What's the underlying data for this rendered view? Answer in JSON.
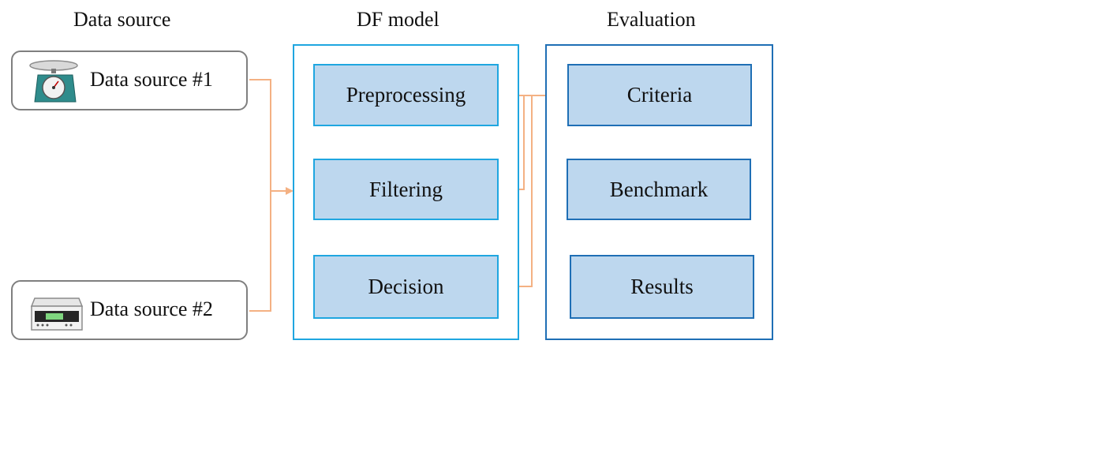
{
  "columns": {
    "data_source": "Data source",
    "df_model": "DF model",
    "evaluation": "Evaluation"
  },
  "sources": [
    {
      "label": "Data source #1",
      "icon": "dial-scale-icon"
    },
    {
      "label": "Data source #2",
      "icon": "digital-scale-icon"
    }
  ],
  "df_model": {
    "steps": [
      "Preprocessing",
      "Filtering",
      "Decision"
    ]
  },
  "evaluation": {
    "steps": [
      "Criteria",
      "Benchmark",
      "Results"
    ]
  },
  "colors": {
    "connector": "#f4b183",
    "df_frame": "#1fa6e0",
    "eval_frame": "#1f6fb5",
    "step_fill": "#bdd7ee",
    "down_arrow": "#4472c4",
    "source_border": "#7f7f7f"
  }
}
